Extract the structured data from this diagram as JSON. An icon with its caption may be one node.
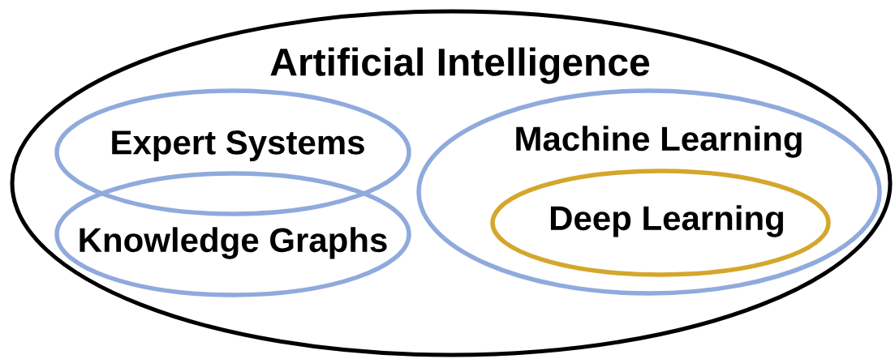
{
  "diagram": {
    "nodes": [
      {
        "text": [
          "Artificial Intelligence"
        ]
      },
      {
        "text": [
          "Expert Systems"
        ],
        "in": 0
      },
      {
        "text": [
          "Knowledge Graphs"
        ],
        "in": 0
      },
      {
        "text": [
          "Machine Learning"
        ],
        "in": 0
      },
      {
        "text": [
          "Deep Learning"
        ],
        "in": 3
      }
    ]
  }
}
